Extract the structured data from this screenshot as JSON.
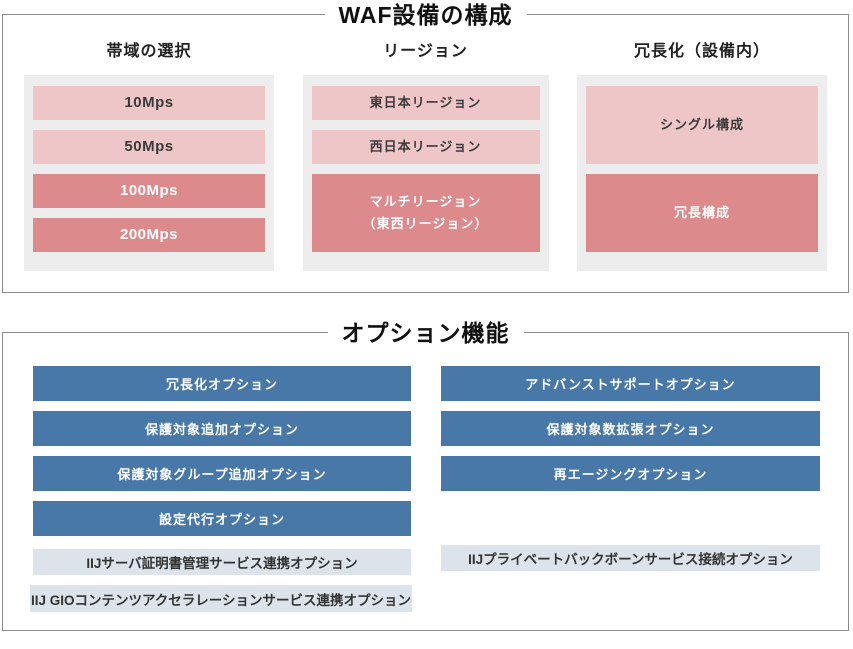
{
  "colors": {
    "panel_border": "#8a8a8a",
    "column_background": "#ededed",
    "pink_light": "#eec6c8",
    "pink_dark": "#dc8a8c",
    "option_blue": "#4778a8",
    "option_gray": "#dce3ea"
  },
  "waf_panel": {
    "title": "WAF設備の構成",
    "columns": [
      {
        "header": "帯域の選択",
        "items": [
          {
            "label": "10Mps"
          },
          {
            "label": "50Mps"
          },
          {
            "label": "100Mps"
          },
          {
            "label": "200Mps"
          }
        ]
      },
      {
        "header": "リージョン",
        "items": [
          {
            "label": "東日本リージョン"
          },
          {
            "label": "西日本リージョン"
          },
          {
            "label": "マルチリージョン",
            "label2": "（東西リージョン）"
          }
        ]
      },
      {
        "header": "冗長化（設備内）",
        "items": [
          {
            "label": "シングル構成"
          },
          {
            "label": "冗長構成"
          }
        ]
      }
    ]
  },
  "options_panel": {
    "title": "オプション機能",
    "left": [
      {
        "label": "冗長化オプション"
      },
      {
        "label": "保護対象追加オプション"
      },
      {
        "label": "保護対象グループ追加オプション"
      },
      {
        "label": "設定代行オプション"
      },
      {
        "label": "IIJサーバ証明書管理サービス連携オプション"
      },
      {
        "label": "IIJ GIOコンテンツアクセラレーションサービス連携オプション"
      }
    ],
    "right": [
      {
        "label": "アドバンストサポートオプション"
      },
      {
        "label": "保護対象数拡張オプション"
      },
      {
        "label": "再エージングオプション"
      },
      {
        "label": "IIJプライベートバックボーンサービス接続オプション"
      }
    ]
  }
}
